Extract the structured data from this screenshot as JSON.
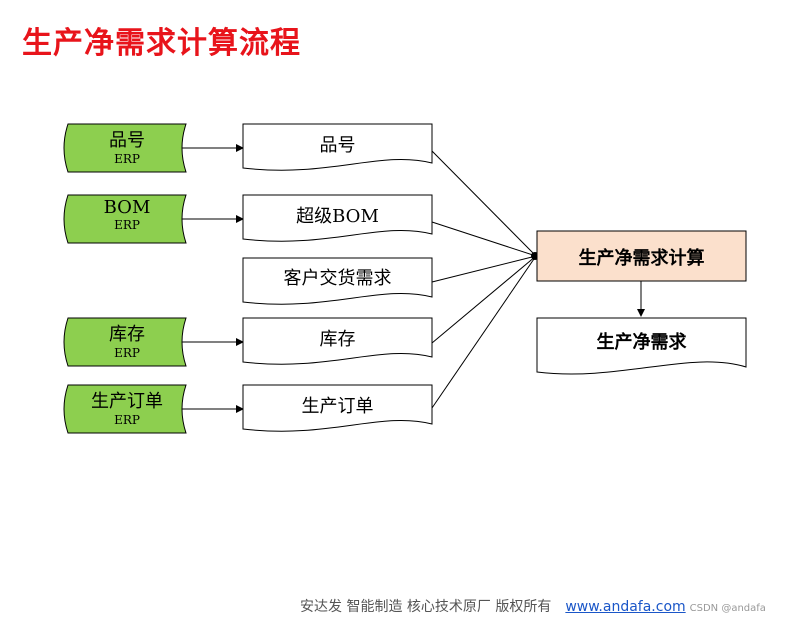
{
  "title": "生产净需求计算流程",
  "sources": [
    {
      "label": "品号",
      "sublabel": "ERP"
    },
    {
      "label": "BOM",
      "sublabel": "ERP"
    },
    {
      "label": "库存",
      "sublabel": "ERP"
    },
    {
      "label": "生产订单",
      "sublabel": "ERP"
    }
  ],
  "documents": [
    "品号",
    "超级BOM",
    "客户交货需求",
    "库存",
    "生产订单"
  ],
  "process": "生产净需求计算",
  "output": "生产净需求",
  "footer": {
    "text": "安达发   智能制造 核心技术原厂   版权所有",
    "url": "www.andafa.com",
    "watermark": "CSDN @andafa"
  },
  "colors": {
    "title": "#e8141b",
    "source_fill": "#8dcf4f",
    "process_fill": "#fbe0cc"
  }
}
